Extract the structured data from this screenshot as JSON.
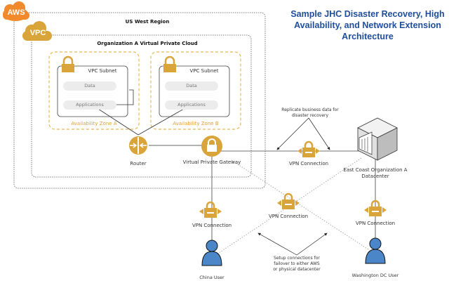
{
  "title": {
    "line1": "Sample JHC Disaster Recovery, High",
    "line2": "Availability, and Network Extension",
    "line3": "Architecture"
  },
  "clouds": {
    "aws": "AWS",
    "vpc": "VPC"
  },
  "regions": {
    "region": "US West Region",
    "vpc_name": "Organization A Virtual Private Cloud"
  },
  "zones": [
    {
      "label": "Availability Zone A",
      "subnet": "VPC Subnet",
      "items": [
        "Data",
        "Applications"
      ]
    },
    {
      "label": "Availability Zone B",
      "subnet": "VPC Subnet",
      "items": [
        "Data",
        "Applications"
      ]
    }
  ],
  "nodes": {
    "router": "Router",
    "vpg": "Virtual Private Gateway",
    "datacenter_line1": "East Coast Organization A",
    "datacenter_line2": "Datacenter",
    "vpn_main": "VPN Connection",
    "vpn_china": "VPN Connection",
    "vpn_middle": "VPN Connection",
    "vpn_dc": "VPN Connection",
    "china_user": "China User",
    "dc_user": "Washington DC User"
  },
  "notes": {
    "replicate": "Replicate business data for disaster recovery",
    "failover": "Setup connections for failover to either AWS or physical datacenter"
  },
  "colors": {
    "aws_orange": "#f08a2c",
    "vpc_gold": "#d9a43a",
    "title_blue": "#1f4e9a",
    "user_blue": "#4a86c8"
  }
}
